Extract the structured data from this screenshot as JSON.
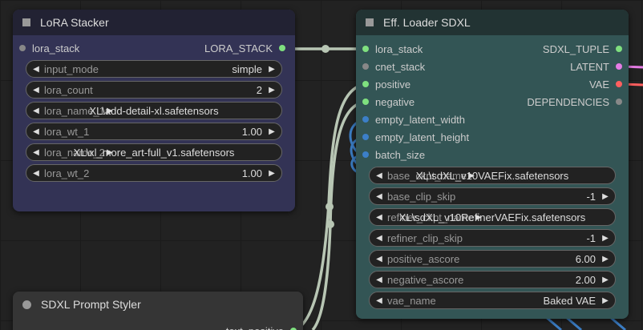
{
  "colors": {
    "canvas_bg": "#222222",
    "stacker_header": "#222233",
    "stacker_body": "#333355",
    "loader_header": "#223333",
    "loader_body": "#335555",
    "styler_bg": "#353535",
    "wire_lora": "#b8c6b4",
    "wire_blue": "#3b7dc4",
    "slot_green": "#7fe07f",
    "slot_gray": "#888888",
    "slot_blue": "#3c7fc8",
    "slot_pink": "#e57ce5",
    "slot_red": "#ff5f5f"
  },
  "lora_stacker": {
    "title": "LoRA Stacker",
    "input_label": "lora_stack",
    "output_label": "LORA_STACK",
    "widgets": [
      {
        "name": "input_mode",
        "value": "simple"
      },
      {
        "name": "lora_count",
        "value": "2"
      },
      {
        "name": "lora_name_1",
        "value": "XL\\add-detail-xl.safetensors"
      },
      {
        "name": "lora_wt_1",
        "value": "1.00"
      },
      {
        "name": "lora_name_2",
        "value": "XL\\xl_more_art-full_v1.safetensors"
      },
      {
        "name": "lora_wt_2",
        "value": "1.00"
      }
    ]
  },
  "eff_loader": {
    "title": "Eff. Loader SDXL",
    "inputs": [
      {
        "label": "lora_stack",
        "color": "#7fe07f"
      },
      {
        "label": "cnet_stack",
        "color": "#888888"
      },
      {
        "label": "positive",
        "color": "#7fe07f"
      },
      {
        "label": "negative",
        "color": "#7fe07f"
      },
      {
        "label": "empty_latent_width",
        "color": "#3c7fc8"
      },
      {
        "label": "empty_latent_height",
        "color": "#3c7fc8"
      },
      {
        "label": "batch_size",
        "color": "#3c7fc8"
      }
    ],
    "outputs": [
      {
        "label": "SDXL_TUPLE",
        "color": "#7fe07f"
      },
      {
        "label": "LATENT",
        "color": "#e57ce5"
      },
      {
        "label": "VAE",
        "color": "#ff5f5f"
      },
      {
        "label": "DEPENDENCIES",
        "color": "#888888"
      }
    ],
    "widgets": [
      {
        "name": "base_ckpt_name",
        "value": "XL\\sdXL_v10VAEFix.safetensors"
      },
      {
        "name": "base_clip_skip",
        "value": "-1"
      },
      {
        "name": "refiner_ckpt_name",
        "value": "XL\\sdXL_v10RefinerVAEFix.safetensors"
      },
      {
        "name": "refiner_clip_skip",
        "value": "-1"
      },
      {
        "name": "positive_ascore",
        "value": "6.00"
      },
      {
        "name": "negative_ascore",
        "value": "2.00"
      },
      {
        "name": "vae_name",
        "value": "Baked VAE"
      }
    ]
  },
  "prompt_styler": {
    "title": "SDXL Prompt Styler",
    "output_label": "text_positive"
  }
}
